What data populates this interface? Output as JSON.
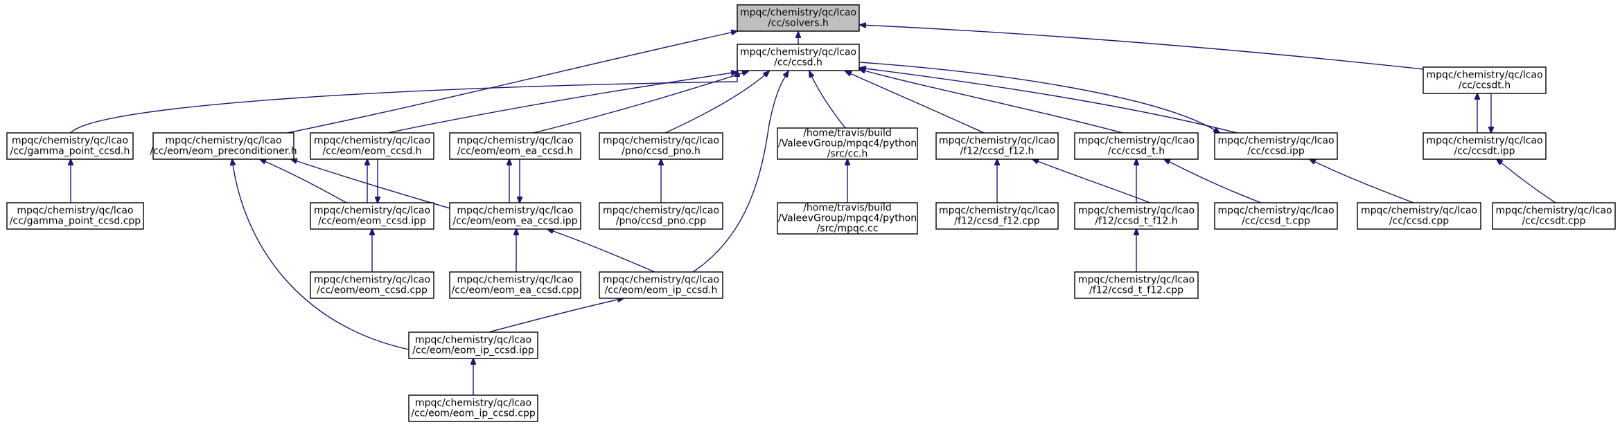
{
  "graph": {
    "edge_color": "#191970",
    "highlight_fill": "#bfbfbf",
    "nodes": [
      {
        "id": "solvers_h",
        "lines": [
          "mpqc/chemistry/qc/lcao",
          "/cc/solvers.h"
        ],
        "highlight": true
      },
      {
        "id": "ccsd_h",
        "lines": [
          "mpqc/chemistry/qc/lcao",
          "/cc/ccsd.h"
        ]
      },
      {
        "id": "ccsdt_h",
        "lines": [
          "mpqc/chemistry/qc/lcao",
          "/cc/ccsdt.h"
        ]
      },
      {
        "id": "gamma_h",
        "lines": [
          "mpqc/chemistry/qc/lcao",
          "/cc/gamma_point_ccsd.h"
        ]
      },
      {
        "id": "precond_h",
        "lines": [
          "mpqc/chemistry/qc/lcao",
          "/cc/eom/eom_preconditioner.h"
        ]
      },
      {
        "id": "eomccsd_h",
        "lines": [
          "mpqc/chemistry/qc/lcao",
          "/cc/eom/eom_ccsd.h"
        ]
      },
      {
        "id": "eomea_h",
        "lines": [
          "mpqc/chemistry/qc/lcao",
          "/cc/eom/eom_ea_ccsd.h"
        ]
      },
      {
        "id": "pno_h",
        "lines": [
          "mpqc/chemistry/qc/lcao",
          "/pno/ccsd_pno.h"
        ]
      },
      {
        "id": "cc_h",
        "lines": [
          "/home/travis/build",
          "/ValeevGroup/mpqc4/python",
          "/src/cc.h"
        ]
      },
      {
        "id": "f12_h",
        "lines": [
          "mpqc/chemistry/qc/lcao",
          "/f12/ccsd_f12.h"
        ]
      },
      {
        "id": "ccsdt_paren_h",
        "lines": [
          "mpqc/chemistry/qc/lcao",
          "/cc/ccsd_t.h"
        ]
      },
      {
        "id": "ccsd_ipp",
        "lines": [
          "mpqc/chemistry/qc/lcao",
          "/cc/ccsd.ipp"
        ]
      },
      {
        "id": "ccsdt_ipp",
        "lines": [
          "mpqc/chemistry/qc/lcao",
          "/cc/ccsdt.ipp"
        ]
      },
      {
        "id": "gamma_cpp",
        "lines": [
          "mpqc/chemistry/qc/lcao",
          "/cc/gamma_point_ccsd.cpp"
        ]
      },
      {
        "id": "eomccsd_ipp",
        "lines": [
          "mpqc/chemistry/qc/lcao",
          "/cc/eom/eom_ccsd.ipp"
        ]
      },
      {
        "id": "eomea_ipp",
        "lines": [
          "mpqc/chemistry/qc/lcao",
          "/cc/eom/eom_ea_ccsd.ipp"
        ]
      },
      {
        "id": "pno_cpp",
        "lines": [
          "mpqc/chemistry/qc/lcao",
          "/pno/ccsd_pno.cpp"
        ]
      },
      {
        "id": "mpqc_cc",
        "lines": [
          "/home/travis/build",
          "/ValeevGroup/mpqc4/python",
          "/src/mpqc.cc"
        ]
      },
      {
        "id": "f12_cpp",
        "lines": [
          "mpqc/chemistry/qc/lcao",
          "/f12/ccsd_f12.cpp"
        ]
      },
      {
        "id": "ccsdtf12_h",
        "lines": [
          "mpqc/chemistry/qc/lcao",
          "/f12/ccsd_t_f12.h"
        ]
      },
      {
        "id": "ccsdt_paren_cpp",
        "lines": [
          "mpqc/chemistry/qc/lcao",
          "/cc/ccsd_t.cpp"
        ]
      },
      {
        "id": "ccsd_cpp",
        "lines": [
          "mpqc/chemistry/qc/lcao",
          "/cc/ccsd.cpp"
        ]
      },
      {
        "id": "ccsdt_cpp",
        "lines": [
          "mpqc/chemistry/qc/lcao",
          "/cc/ccsdt.cpp"
        ]
      },
      {
        "id": "eomccsd_cpp",
        "lines": [
          "mpqc/chemistry/qc/lcao",
          "/cc/eom/eom_ccsd.cpp"
        ]
      },
      {
        "id": "eomea_cpp",
        "lines": [
          "mpqc/chemistry/qc/lcao",
          "/cc/eom/eom_ea_ccsd.cpp"
        ]
      },
      {
        "id": "eomip_h",
        "lines": [
          "mpqc/chemistry/qc/lcao",
          "/cc/eom/eom_ip_ccsd.h"
        ]
      },
      {
        "id": "ccsdtf12_cpp",
        "lines": [
          "mpqc/chemistry/qc/lcao",
          "/f12/ccsd_t_f12.cpp"
        ]
      },
      {
        "id": "eomip_ipp",
        "lines": [
          "mpqc/chemistry/qc/lcao",
          "/cc/eom/eom_ip_ccsd.ipp"
        ]
      },
      {
        "id": "eomip_cpp",
        "lines": [
          "mpqc/chemistry/qc/lcao",
          "/cc/eom/eom_ip_ccsd.cpp"
        ]
      }
    ],
    "edges": [
      {
        "from": "ccsd_h",
        "to": "solvers_h"
      },
      {
        "from": "ccsdt_h",
        "to": "solvers_h"
      },
      {
        "from": "precond_h",
        "to": "solvers_h"
      },
      {
        "from": "gamma_h",
        "to": "ccsd_h"
      },
      {
        "from": "eomccsd_h",
        "to": "ccsd_h"
      },
      {
        "from": "eomea_h",
        "to": "ccsd_h"
      },
      {
        "from": "pno_h",
        "to": "ccsd_h"
      },
      {
        "from": "cc_h",
        "to": "ccsd_h"
      },
      {
        "from": "f12_h",
        "to": "ccsd_h"
      },
      {
        "from": "ccsdt_paren_h",
        "to": "ccsd_h"
      },
      {
        "from": "ccsd_ipp",
        "to": "ccsd_h"
      },
      {
        "from": "ccsd_h",
        "to": "ccsd_ipp"
      },
      {
        "from": "eomip_h",
        "to": "ccsd_h"
      },
      {
        "from": "ccsdt_ipp",
        "to": "ccsdt_h"
      },
      {
        "from": "ccsdt_h",
        "to": "ccsdt_ipp"
      },
      {
        "from": "gamma_cpp",
        "to": "gamma_h"
      },
      {
        "from": "eomccsd_ipp",
        "to": "precond_h"
      },
      {
        "from": "eomea_ipp",
        "to": "precond_h"
      },
      {
        "from": "eomip_ipp",
        "to": "precond_h"
      },
      {
        "from": "eomccsd_ipp",
        "to": "eomccsd_h"
      },
      {
        "from": "eomccsd_h",
        "to": "eomccsd_ipp"
      },
      {
        "from": "eomea_ipp",
        "to": "eomea_h"
      },
      {
        "from": "eomea_h",
        "to": "eomea_ipp"
      },
      {
        "from": "pno_cpp",
        "to": "pno_h"
      },
      {
        "from": "mpqc_cc",
        "to": "cc_h"
      },
      {
        "from": "f12_cpp",
        "to": "f12_h"
      },
      {
        "from": "ccsdtf12_h",
        "to": "f12_h"
      },
      {
        "from": "ccsdtf12_h",
        "to": "ccsdt_paren_h"
      },
      {
        "from": "ccsdt_paren_cpp",
        "to": "ccsdt_paren_h"
      },
      {
        "from": "ccsd_cpp",
        "to": "ccsd_ipp"
      },
      {
        "from": "ccsdt_cpp",
        "to": "ccsdt_ipp"
      },
      {
        "from": "eomccsd_cpp",
        "to": "eomccsd_ipp"
      },
      {
        "from": "eomea_cpp",
        "to": "eomea_ipp"
      },
      {
        "from": "eomip_h",
        "to": "eomea_ipp"
      },
      {
        "from": "eomip_ipp",
        "to": "eomip_h"
      },
      {
        "from": "ccsdtf12_cpp",
        "to": "ccsdtf12_h"
      },
      {
        "from": "eomip_cpp",
        "to": "eomip_ipp"
      }
    ]
  }
}
